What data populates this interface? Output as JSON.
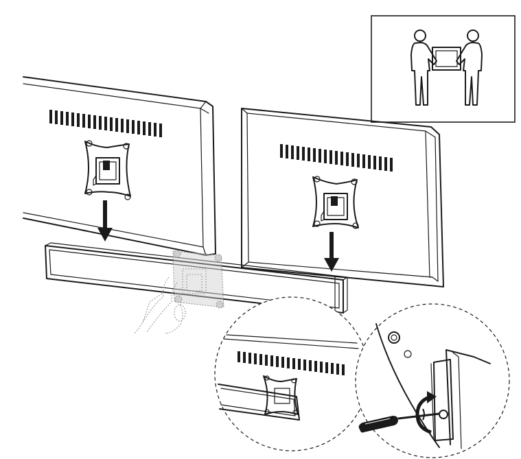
{
  "figure": {
    "type": "assembly-instruction",
    "colors": {
      "ink": "#1a1a1a",
      "ghost": "#9a9a9a",
      "background": "#ffffff"
    },
    "icons": [
      "two-person-lift-icon",
      "down-arrow-icon",
      "rotate-arrow-icon",
      "screwdriver-icon"
    ],
    "steps": [
      "two-person-lift",
      "hang-monitors-on-rail",
      "tighten-screw"
    ]
  }
}
